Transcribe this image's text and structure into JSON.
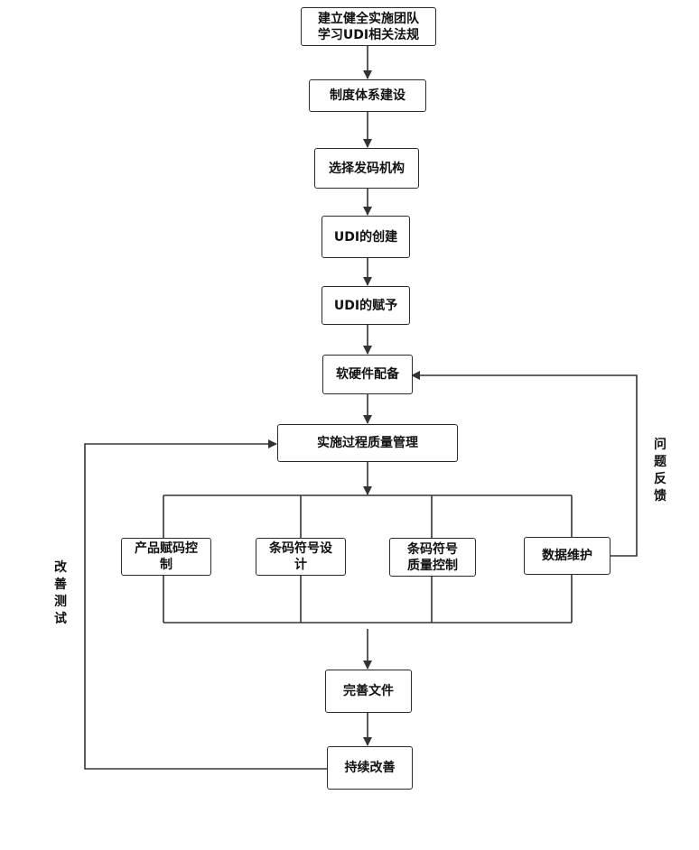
{
  "nodes": {
    "team": "建立健全实施团队\n学习UDI相关法规",
    "system": "制度体系建设",
    "agency": "选择发码机构",
    "create": "UDI的创建",
    "assign": "UDI的赋予",
    "hardware": "软硬件配备",
    "process": "实施过程质量管理",
    "assign_control": "产品赋码控\n制",
    "barcode_design": "条码符号设\n计",
    "barcode_quality": "条码符号\n质量控制",
    "data_maintenance": "数据维护",
    "docs": "完善文件",
    "improve": "持续改善"
  },
  "feedback_labels": {
    "problem_feedback": "问题反馈",
    "improve_test": "改善测试"
  }
}
